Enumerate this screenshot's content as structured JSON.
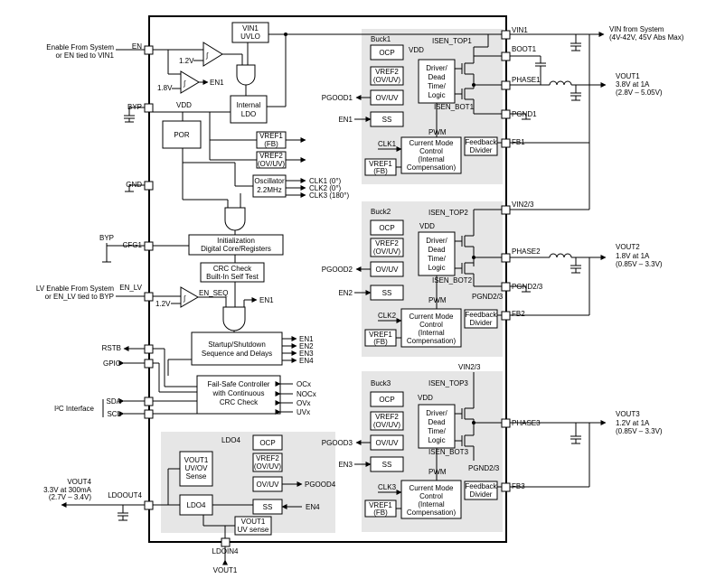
{
  "pins": {
    "en": "EN",
    "byp": "BYP",
    "gnd": "GND",
    "cfg1": "CFG1",
    "en_lv": "EN_LV",
    "rstb": "RSTB",
    "gpio": "GPIO",
    "sda": "SDA",
    "scl": "SCL",
    "ldoout4": "LDOOUT4",
    "ldoin4": "LDOIN4",
    "vin1": "VIN1",
    "boot1": "BOOT1",
    "phase1": "PHASE1",
    "pgnd1": "PGND1",
    "fb1": "FB1",
    "vin23": "VIN2/3",
    "phase2": "PHASE2",
    "pgnd23": "PGND2/3",
    "fb2": "FB2",
    "phase3": "PHASE3",
    "fb3": "FB3"
  },
  "external": {
    "enable_line1": "Enable From System",
    "enable_line2": "or EN tied to VIN1",
    "lv_line1": "LV Enable From System",
    "lv_line2": "or EN_LV tied to BYP",
    "i2c": "I²C Interface",
    "byp_left": "BYP",
    "vin_line1": "VIN from System",
    "vin_line2": "(4V-42V, 45V Abs Max)",
    "vout1_name": "VOUT1",
    "vout1_line2": "3.8V at 1A",
    "vout1_line3": "(2.8V – 5.05V)",
    "vout2_name": "VOUT2",
    "vout2_line2": "1.8V at 1A",
    "vout2_line3": "(0.85V – 3.3V)",
    "vout3_name": "VOUT3",
    "vout3_line2": "1.2V at 1A",
    "vout3_line3": "(0.85V – 3.3V)",
    "vout4_name": "VOUT4",
    "vout4_line2": "3.3V at 300mA",
    "vout4_line3": "(2.7V – 3.4V)",
    "vout1_bottom": "VOUT1"
  },
  "control": {
    "v12": "1.2V",
    "v18": "1.8V",
    "en1": "EN1",
    "vin1_uvlo_1": "VIN1",
    "vin1_uvlo_2": "UVLO",
    "ldo_1": "Internal",
    "ldo_2": "LDO",
    "vdd": "VDD",
    "por": "POR",
    "vref1_1": "VREF1",
    "vref1_2": "(FB)",
    "vref2_1": "VREF2",
    "vref2_2": "(OV/UV)",
    "osc_1": "Oscillator",
    "osc_2": "2.2MHz",
    "clk1": "CLK1 (0°)",
    "clk2": "CLK2 (0°)",
    "clk3": "CLK3 (180°)",
    "init_1": "Initialization",
    "init_2": "Digital Core/Registers",
    "crc_1": "CRC Check",
    "crc_2": "Built-In Self Test",
    "en_seq": "EN_SEQ",
    "en1_b": "EN1",
    "v12_b": "1.2V",
    "seq_1": "Startup/Shutdown",
    "seq_2": "Sequence and Delays",
    "en_out": [
      "EN1",
      "EN2",
      "EN3",
      "EN4"
    ],
    "fs_1": "Fail-Safe Controller",
    "fs_2": "with Continuous",
    "fs_3": "CRC Check",
    "fs_out": [
      "OCx",
      "NOCx",
      "OVx",
      "UVx"
    ]
  },
  "buck1": {
    "title": "Buck1",
    "ocp": "OCP",
    "vref2_1": "VREF2",
    "vref2_2": "(OV/UV)",
    "ovuv": "OV/UV",
    "ss": "SS",
    "vdd": "VDD",
    "isen_top": "ISEN_TOP1",
    "isen_bot": "ISEN_BOT1",
    "drv": [
      "Driver/",
      "Dead",
      "Time/",
      "Logic"
    ],
    "pwm": "PWM",
    "clk": "CLK1",
    "cm": [
      "Current Mode",
      "Control",
      "(Internal",
      "Compensation)"
    ],
    "vref1_1": "VREF1",
    "vref1_2": "(FB)",
    "fbd_1": "Feedback",
    "fbd_2": "Divider",
    "pgood": "PGOOD1",
    "en": "EN1"
  },
  "buck2": {
    "title": "Buck2",
    "ocp": "OCP",
    "vref2_1": "VREF2",
    "vref2_2": "(OV/UV)",
    "ovuv": "OV/UV",
    "ss": "SS",
    "vdd": "VDD",
    "isen_top": "ISEN_TOP2",
    "isen_bot": "ISEN_BOT2",
    "pgnd": "PGND2/3",
    "drv": [
      "Driver/",
      "Dead",
      "Time/",
      "Logic"
    ],
    "pwm": "PWM",
    "clk": "CLK2",
    "cm": [
      "Current Mode",
      "Control",
      "(Internal",
      "Compensation)"
    ],
    "vref1_1": "VREF1",
    "vref1_2": "(FB)",
    "fbd_1": "Feedback",
    "fbd_2": "Divider",
    "pgood": "PGOOD2",
    "en": "EN2"
  },
  "buck3": {
    "title": "Buck3",
    "vin": "VIN2/3",
    "ocp": "OCP",
    "vref2_1": "VREF2",
    "vref2_2": "(OV/UV)",
    "ovuv": "OV/UV",
    "ss": "SS",
    "vdd": "VDD",
    "isen_top": "ISEN_TOP3",
    "isen_bot": "ISEN_BOT3",
    "pgnd": "PGND2/3",
    "drv": [
      "Driver/",
      "Dead",
      "Time/",
      "Logic"
    ],
    "pwm": "PWM",
    "clk": "CLK3",
    "cm": [
      "Current Mode",
      "Control",
      "(Internal",
      "Compensation)"
    ],
    "vref1_1": "VREF1",
    "vref1_2": "(FB)",
    "fbd_1": "Feedback",
    "fbd_2": "Divider",
    "pgood": "PGOOD3",
    "en": "EN3"
  },
  "ldo4": {
    "title": "LDO4",
    "ocp": "OCP",
    "vref2_1": "VREF2",
    "vref2_2": "(OV/UV)",
    "ovuv": "OV/UV",
    "ss": "SS",
    "ldo": "LDO4",
    "sense_1": "VOUT1",
    "sense_2": "UV/OV",
    "sense_3": "Sense",
    "uv_1": "VOUT1",
    "uv_2": "UV sense",
    "pgood": "PGOOD4",
    "en": "EN4"
  }
}
